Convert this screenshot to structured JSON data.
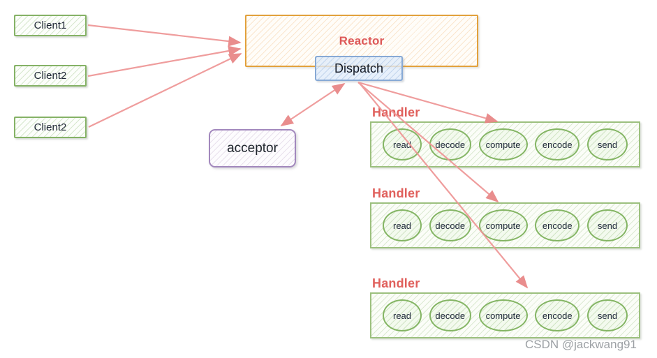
{
  "diagram": {
    "clients": [
      {
        "label": "Client1"
      },
      {
        "label": "Client2"
      },
      {
        "label": "Client2"
      }
    ],
    "reactor": {
      "title": "Reactor"
    },
    "dispatch": {
      "label": "Dispatch"
    },
    "acceptor": {
      "label": "acceptor"
    },
    "handlers": [
      {
        "title": "Handler",
        "steps": [
          "read",
          "decode",
          "compute",
          "encode",
          "send"
        ]
      },
      {
        "title": "Handler",
        "steps": [
          "read",
          "decode",
          "compute",
          "encode",
          "send"
        ]
      },
      {
        "title": "Handler",
        "steps": [
          "read",
          "decode",
          "compute",
          "encode",
          "send"
        ]
      }
    ],
    "connections": [
      {
        "from": "client-1",
        "to": "reactor"
      },
      {
        "from": "client-2",
        "to": "reactor"
      },
      {
        "from": "client-3",
        "to": "reactor"
      },
      {
        "from": "dispatch",
        "to": "acceptor",
        "bidirectional": true
      },
      {
        "from": "dispatch",
        "to": "handler-1"
      },
      {
        "from": "dispatch",
        "to": "handler-2"
      },
      {
        "from": "dispatch",
        "to": "handler-3"
      }
    ],
    "watermark": "CSDN @jackwang91",
    "colors": {
      "arrow": "#ee9090",
      "green_border": "#85b266",
      "orange_border": "#e2a13c",
      "blue_border": "#87a9d5",
      "purple_border": "#a288bd",
      "title_red": "#dd5858"
    }
  }
}
